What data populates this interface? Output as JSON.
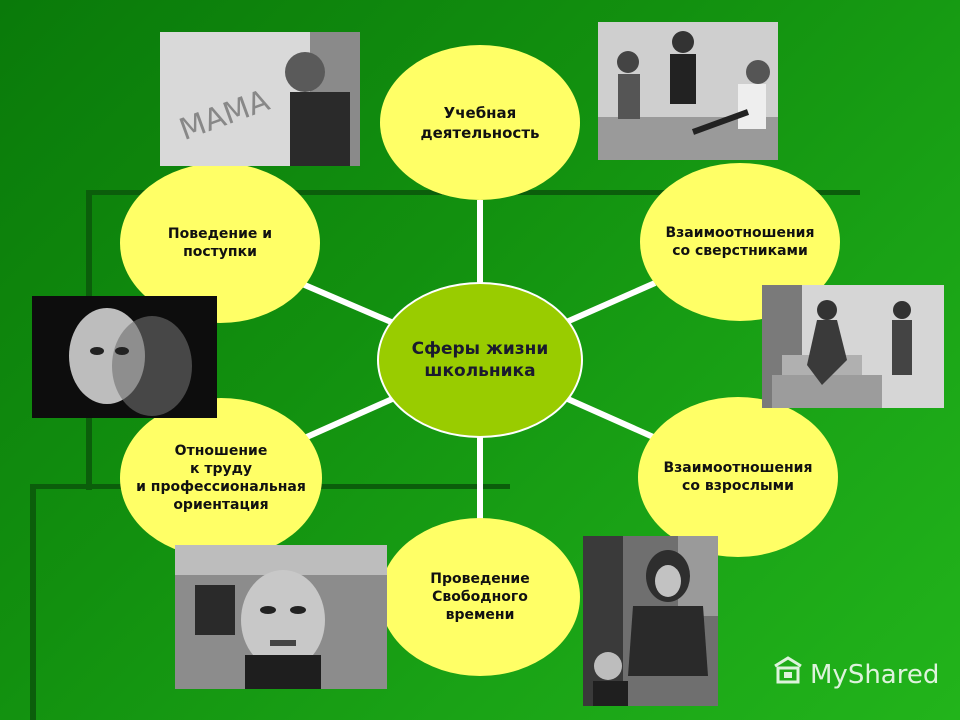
{
  "diagram": {
    "center": "Сферы жизни\nшкольника",
    "nodes": [
      {
        "id": "study",
        "label": "Учебная\nдеятельность"
      },
      {
        "id": "peers",
        "label": "Взаимоотношения\nсо сверстниками"
      },
      {
        "id": "adults",
        "label": "Взаимоотношения\nсо взрослыми"
      },
      {
        "id": "leisure",
        "label": "Проведение\nСвободного\nвремени"
      },
      {
        "id": "work",
        "label": "Отношение\nк труду\nи профессиональная\nориентация"
      },
      {
        "id": "behavior",
        "label": "Поведение и\nпоступки"
      }
    ],
    "colors": {
      "background": "#16960f",
      "node_fill": "#ffff66",
      "center_fill": "#99cc00",
      "connector": "#ffffff"
    }
  },
  "photos": [
    {
      "id": "boy-writing-mama",
      "text": "МАМА"
    },
    {
      "id": "boys-fighting"
    },
    {
      "id": "girl-smoke"
    },
    {
      "id": "boy-running-alley"
    },
    {
      "id": "angry-boy"
    },
    {
      "id": "teens-hoodie"
    }
  ],
  "brand": {
    "name": "MyShared"
  }
}
